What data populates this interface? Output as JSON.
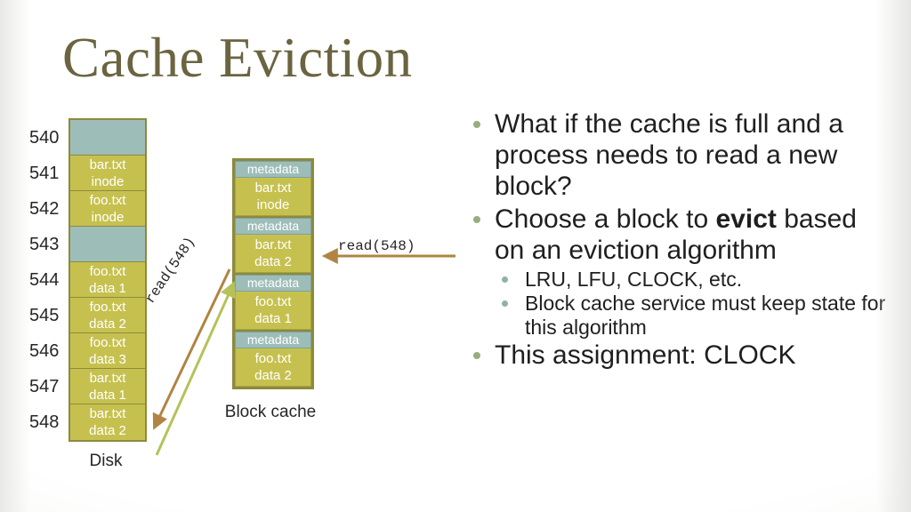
{
  "slide": {
    "title": "Cache Eviction",
    "title_color": "#6b6440",
    "background": "#ffffff"
  },
  "colors": {
    "empty_block": "#9dbdb8",
    "data_block": "#c6c14f",
    "block_border": "#8c8a3e",
    "metadata_strip": "#9dbdb8",
    "bullet_level1": "#9aab7e",
    "bullet_level2": "#8fb0ac",
    "arrow_request": "#b08442",
    "arrow_response": "#b5c25a",
    "text_dark": "#1f1f1f",
    "block_text": "#ffffff"
  },
  "disk": {
    "label": "Disk",
    "blocks": [
      {
        "address": "540",
        "kind": "empty",
        "line1": "",
        "line2": ""
      },
      {
        "address": "541",
        "kind": "data",
        "line1": "bar.txt",
        "line2": "inode"
      },
      {
        "address": "542",
        "kind": "data",
        "line1": "foo.txt",
        "line2": "inode"
      },
      {
        "address": "543",
        "kind": "empty",
        "line1": "",
        "line2": ""
      },
      {
        "address": "544",
        "kind": "data",
        "line1": "foo.txt",
        "line2": "data 1"
      },
      {
        "address": "545",
        "kind": "data",
        "line1": "foo.txt",
        "line2": "data 2"
      },
      {
        "address": "546",
        "kind": "data",
        "line1": "foo.txt",
        "line2": "data 3"
      },
      {
        "address": "547",
        "kind": "data",
        "line1": "bar.txt",
        "line2": "data 1"
      },
      {
        "address": "548",
        "kind": "data",
        "line1": "bar.txt",
        "line2": "data 2"
      }
    ]
  },
  "block_cache": {
    "label": "Block cache",
    "entries": [
      {
        "meta": "metadata",
        "line1": "bar.txt",
        "line2": "inode"
      },
      {
        "meta": "metadata",
        "line1": "bar.txt",
        "line2": "data 2"
      },
      {
        "meta": "metadata",
        "line1": "foo.txt",
        "line2": "data 1"
      },
      {
        "meta": "metadata",
        "line1": "foo.txt",
        "line2": "data 2"
      }
    ]
  },
  "arrows": {
    "incoming_request_label": "read(548)",
    "disk_request_label": "read(548)"
  },
  "bullets": [
    {
      "level": 1,
      "text_before": "What if the cache is full and a process needs to read a new block?",
      "bold": "",
      "text_after": ""
    },
    {
      "level": 1,
      "text_before": "Choose a block to ",
      "bold": "evict",
      "text_after": " based on an eviction algorithm"
    },
    {
      "level": 2,
      "text_before": "LRU, LFU, CLOCK, etc.",
      "bold": "",
      "text_after": ""
    },
    {
      "level": 2,
      "text_before": "Block cache service must keep state for this algorithm",
      "bold": "",
      "text_after": ""
    },
    {
      "level": 1,
      "text_before": "This assignment: CLOCK",
      "bold": "",
      "text_after": ""
    }
  ]
}
